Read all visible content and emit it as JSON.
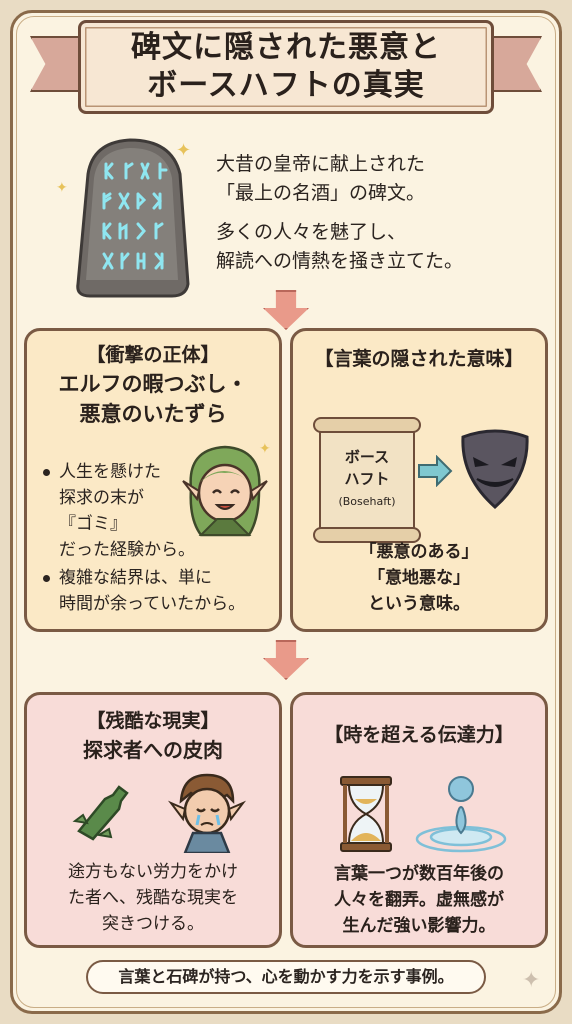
{
  "title": {
    "line1": "碑文に隠された悪意と",
    "line2": "ボースハフトの真実"
  },
  "intro": {
    "line1": "大昔の皇帝に献上された",
    "line2": "「最上の名酒」の碑文。",
    "line3": "多くの人々を魅了し、",
    "line4": "解読への情熱を掻き立てた。"
  },
  "panel_identity": {
    "heading": "【衝撃の正体】",
    "sub1": "エルフの暇つぶし・",
    "sub2": "悪意のいたずら",
    "bullet1_l1": "人生を懸けた",
    "bullet1_l2": "探求の末が",
    "bullet1_l3": "『ゴミ』",
    "bullet1_l4": "だった経験から。",
    "bullet2_l1": "複雑な結界は、単に",
    "bullet2_l2": "時間が余っていたから。"
  },
  "panel_meaning": {
    "heading": "【言葉の隠された意味】",
    "scroll_word1": "ボース",
    "scroll_word2": "ハフト",
    "scroll_roman": "(Bosehaft)",
    "line1": "「悪意のある」",
    "line2": "「意地悪な」",
    "line3": "という意味。"
  },
  "panel_reality": {
    "heading": "【残酷な現実】",
    "sub": "探求者への皮肉",
    "line1": "途方もない労力をかけ",
    "line2": "た者へ、残酷な現実を",
    "line3": "突きつける。"
  },
  "panel_power": {
    "heading": "【時を超える伝達力】",
    "line1": "言葉一つが数百年後の",
    "line2": "人々を翻弄。虚無感が",
    "line3": "生んだ強い影響力。"
  },
  "footer": "言葉と石碑が持つ、心を動かす力を示す事例。",
  "colors": {
    "panel_yellow": "#fbe9c6",
    "panel_pink": "#f8dcd8",
    "arrow": "#e99a8a",
    "rune_glow": "#8fe6f0"
  }
}
